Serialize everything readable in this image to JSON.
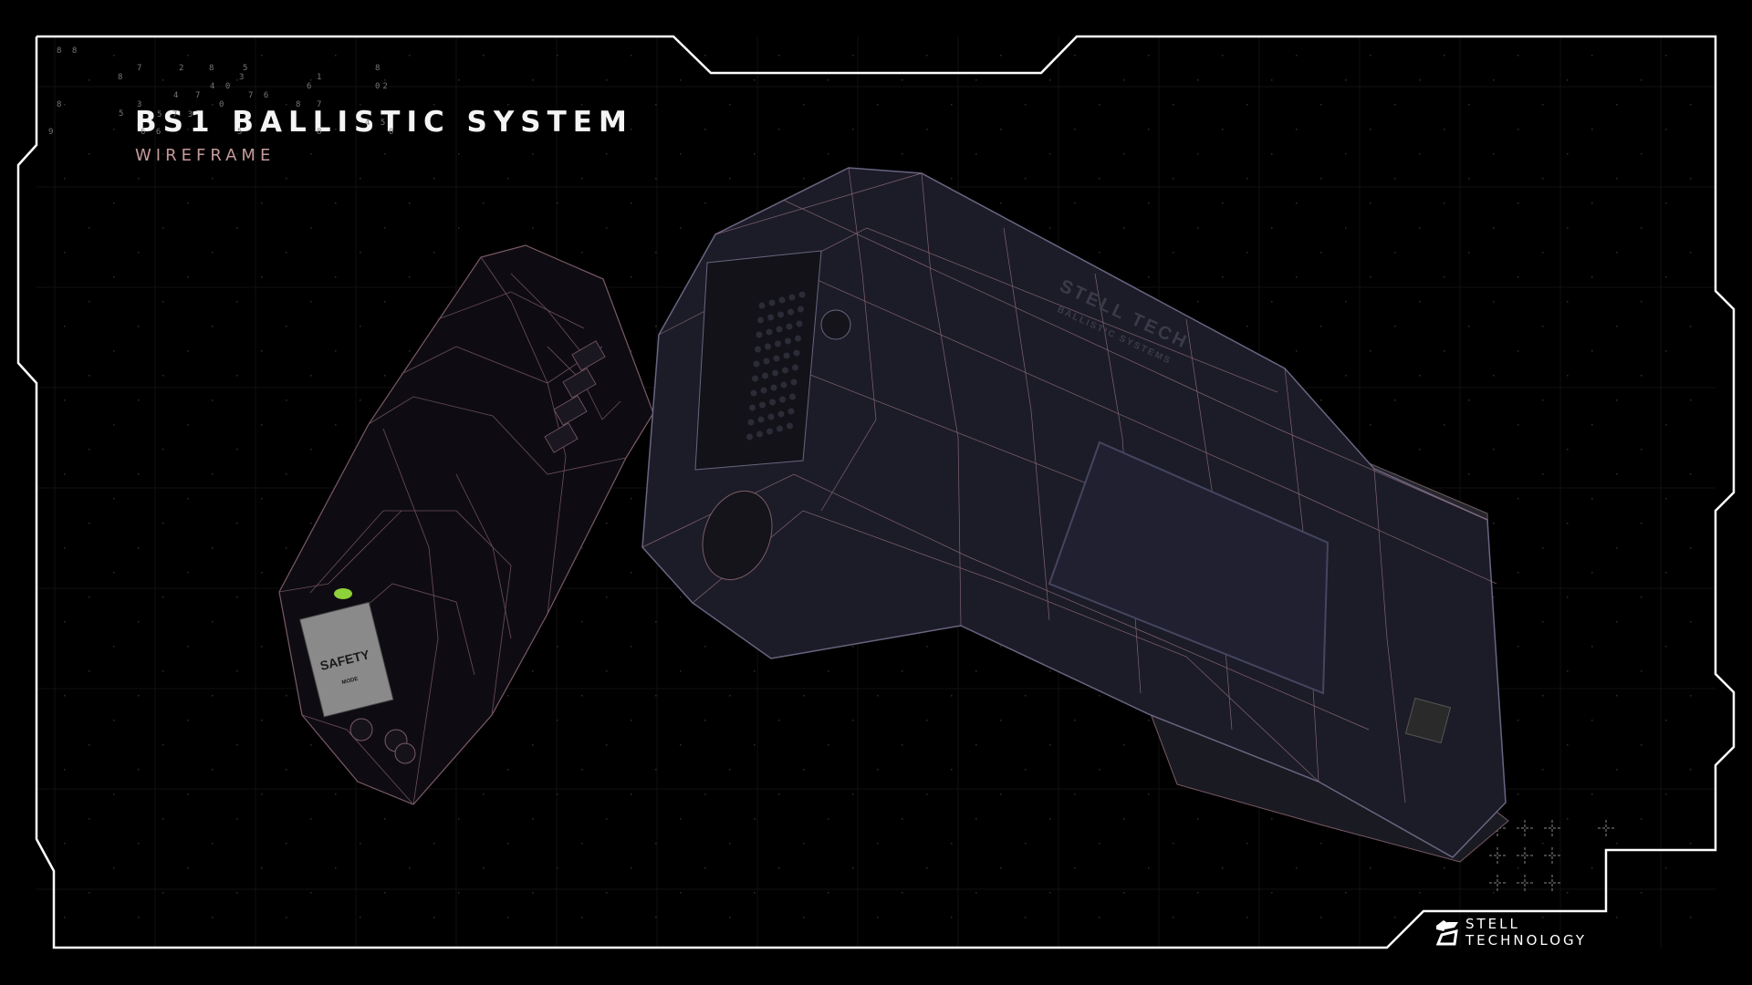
{
  "header": {
    "title": "BS1 BALLISTIC SYSTEM",
    "subtitle": "WIREFRAME"
  },
  "hud_digits": [
    "8 8",
    "7",
    "2",
    "8",
    "5",
    "8",
    "8",
    "3",
    "1",
    "4 0",
    "6",
    "02",
    "4",
    "7",
    "7 6",
    "8",
    "3",
    "0",
    "8",
    "7",
    "5",
    "5 7 3",
    "4 5",
    "9",
    "6 6",
    "5",
    "8",
    "0"
  ],
  "device": {
    "brand_line1": "STELL TECH",
    "brand_line2": "BALLISTIC SYSTEMS",
    "safety_label": "SAFETY",
    "mode_label": "MODE"
  },
  "footer_logo": {
    "line1": "STELL",
    "line2": "TECHNOLOGY",
    "icon": "stell-logo-icon"
  },
  "colors": {
    "frame": "#ffffff",
    "accent": "#c59a9a",
    "wire": "#b48a94",
    "body": "#1e1e2a",
    "indicator": "#8fd13a"
  }
}
